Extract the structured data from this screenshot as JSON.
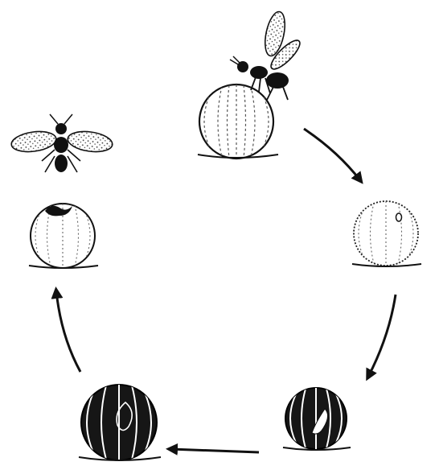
{
  "diagram": {
    "stages": [
      {
        "id": "wasp-laying-egg",
        "egg": "light",
        "mark": "wasp"
      },
      {
        "id": "egg-parasitized",
        "egg": "light",
        "mark": "oviposition-spot"
      },
      {
        "id": "egg-darkening",
        "egg": "dark",
        "mark": "larva"
      },
      {
        "id": "egg-dark-pupa",
        "egg": "dark",
        "mark": "pupa"
      },
      {
        "id": "egg-emergence-hole",
        "egg": "light",
        "mark": "exit-hole"
      },
      {
        "id": "adult-wasp",
        "egg": "none",
        "mark": "wasp"
      }
    ],
    "flow": "clockwise",
    "colors": {
      "ink": "#111111",
      "light_fill": "#ffffff",
      "dark_fill": "#161616",
      "dot": "#333333"
    }
  }
}
